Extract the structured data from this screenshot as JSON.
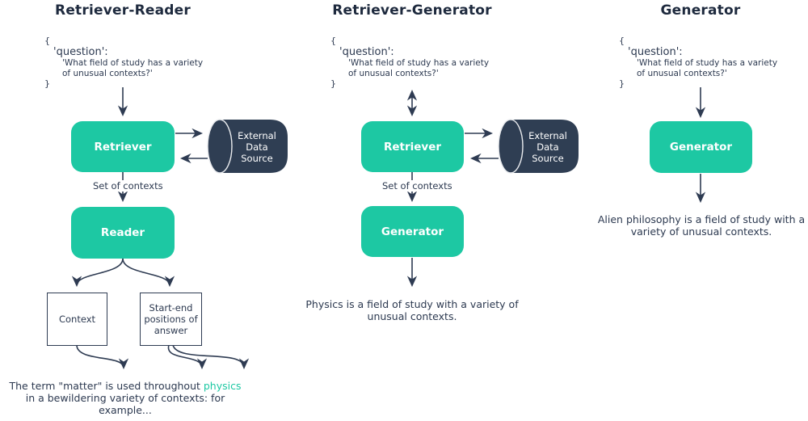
{
  "colors": {
    "accent_teal": "#1dc8a3",
    "dark_navy": "#2f3e53",
    "text_navy": "#2c3950"
  },
  "question_block": {
    "open": "{",
    "key": "'question':",
    "line1": "'What field of study has a variety",
    "line2": "of unusual contexts?'",
    "close": "}"
  },
  "labels": {
    "retriever": "Retriever",
    "reader": "Reader",
    "generator": "Generator",
    "external_source": "External Data Source",
    "set_of_contexts": "Set of contexts",
    "context": "Context",
    "start_end": "Start-end positions of answer"
  },
  "diagrams": {
    "retriever_reader": {
      "title": "Retriever-Reader",
      "answer": {
        "line1_prefix": "The term \"matter\" is used throughout ",
        "line1_highlight": "physics",
        "line2": "in a bewildering variety of contexts: for",
        "line3": "example..."
      }
    },
    "retriever_generator": {
      "title": "Retriever-Generator",
      "answer": {
        "line1": "Physics is a field of study with a variety of",
        "line2": "unusual contexts."
      }
    },
    "generator": {
      "title": "Generator",
      "answer": {
        "line1": "Alien philosophy is a field of study with a",
        "line2": "variety of unusual contexts."
      }
    }
  }
}
